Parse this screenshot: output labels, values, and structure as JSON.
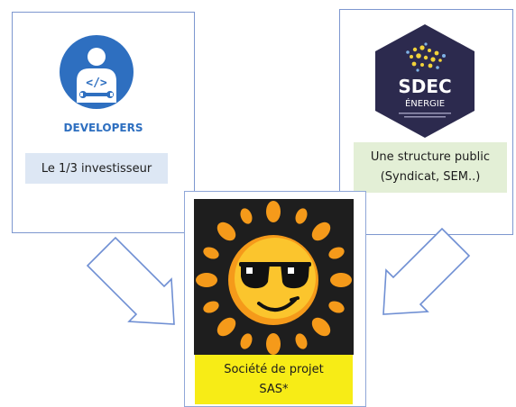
{
  "developers": {
    "icon": "developer-code-wrench-icon",
    "caption": "DEVELOPERS",
    "box_text": "Le 1/3 investisseur",
    "accent": "#2e6fc0",
    "box_color": "#dde7f4"
  },
  "sdec": {
    "logo_line1": "SDEC",
    "logo_line2": "ÉNERGIE",
    "box_line1": "Une structure public",
    "box_line2": "(Syndicat, SEM..)",
    "logo_color": "#2c2a4e",
    "box_color": "#e3efd6"
  },
  "project": {
    "icon": "sun-sunglasses-icon",
    "line1": "Société de projet",
    "line2": "SAS*",
    "box_color": "#f7ec16"
  }
}
